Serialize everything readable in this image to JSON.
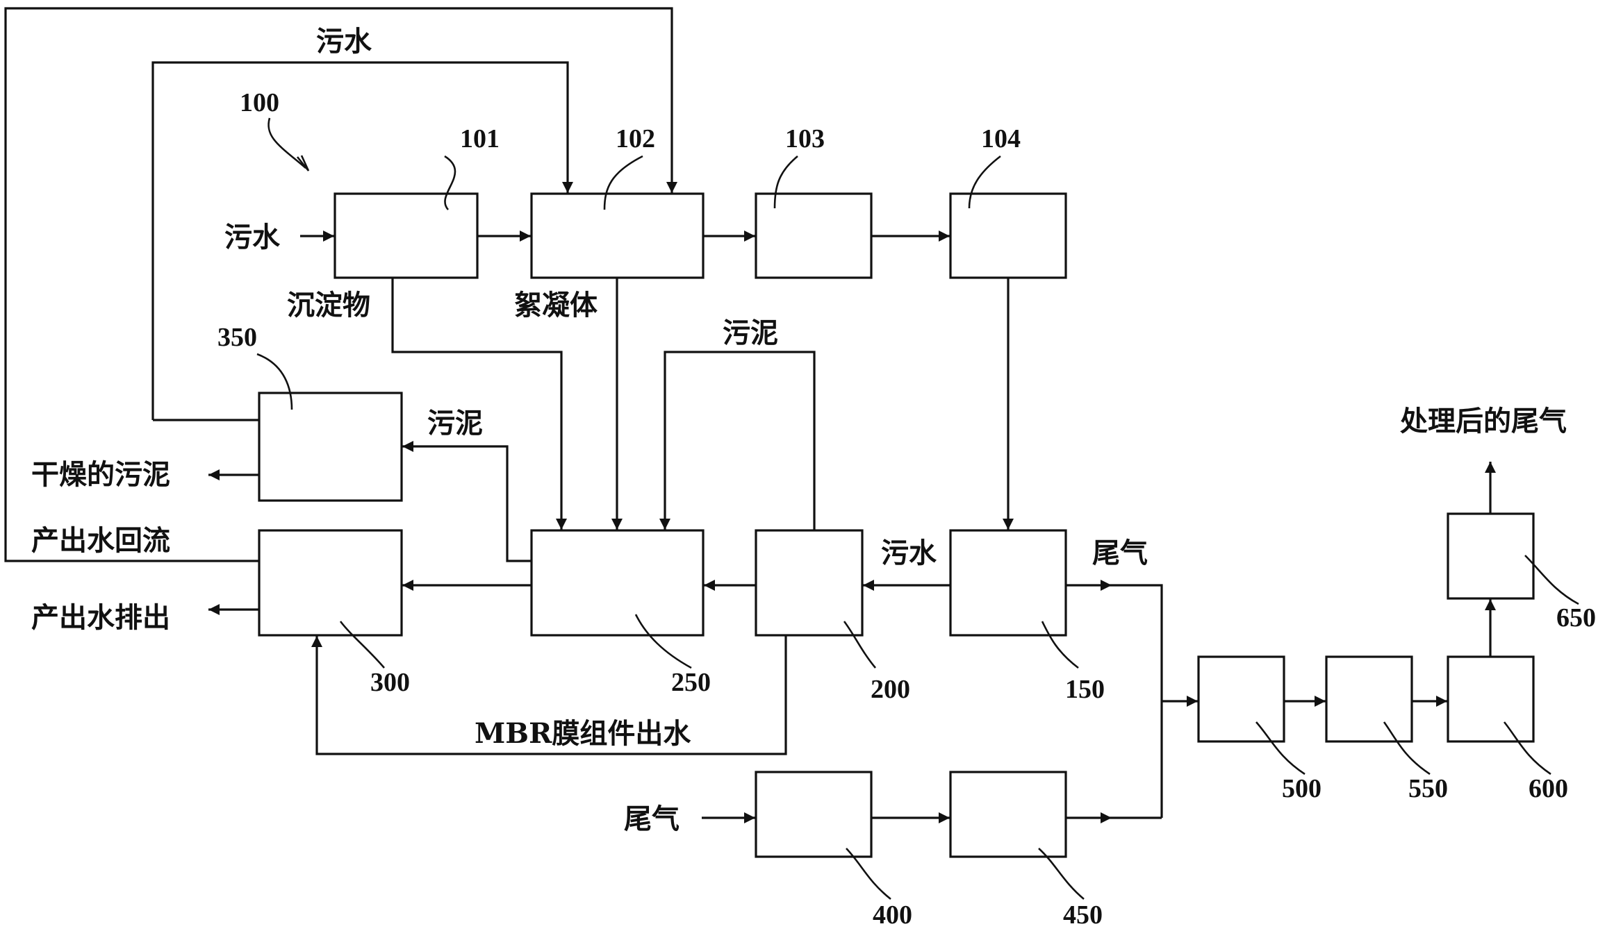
{
  "figure": {
    "ref_main": "100",
    "boxes": {
      "b101": "101",
      "b102": "102",
      "b103": "103",
      "b104": "104",
      "b150": "150",
      "b200": "200",
      "b250": "250",
      "b300": "300",
      "b350": "350",
      "b400": "400",
      "b450": "450",
      "b500": "500",
      "b550": "550",
      "b600": "600",
      "b650": "650"
    },
    "labels": {
      "sewage_top": "污水",
      "sewage_in": "污水",
      "sediment": "沉淀物",
      "flocs": "絮凝体",
      "sludge_upper": "污泥",
      "sludge_350": "污泥",
      "dried_sludge": "干燥的污泥",
      "effluent_reflux": "产出水回流",
      "effluent_discharge": "产出水排出",
      "sewage_150": "污水",
      "tail_gas_150": "尾气",
      "mbr_effluent": "MBR膜组件出水",
      "tail_gas_in": "尾气",
      "treated_gas": "处理后的尾气"
    }
  }
}
